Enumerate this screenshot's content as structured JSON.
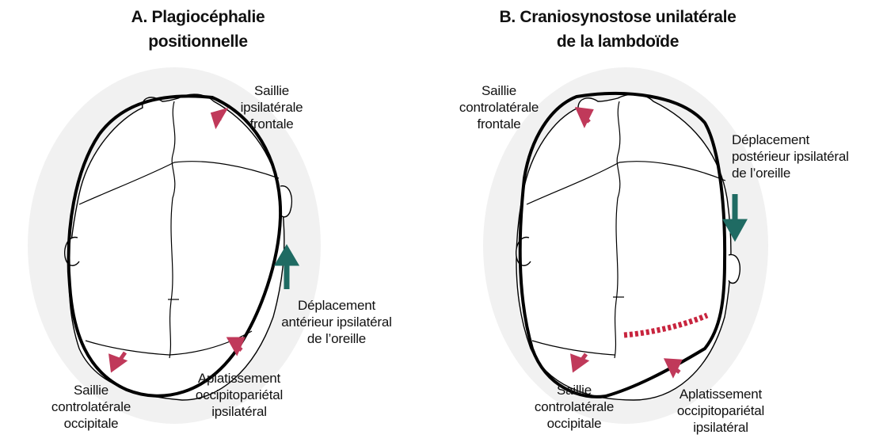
{
  "panel_a": {
    "title": [
      "A. Plagiocéphalie",
      "positionnelle"
    ],
    "labels": {
      "frontal": [
        "Saillie",
        "ipsilatérale",
        "frontale"
      ],
      "ear": [
        "Déplacement",
        "antérieur ipsilatéral",
        "de l’oreille"
      ],
      "flattening": [
        "Aplatissement",
        "occipitopariétal",
        "ipsilatéral"
      ],
      "occipital": [
        "Saillie",
        "controlatérale",
        "occipitale"
      ]
    }
  },
  "panel_b": {
    "title": [
      "B. Craniosynostose unilatérale",
      "de la lambdoïde"
    ],
    "labels": {
      "frontal": [
        "Saillie",
        "controlatérale",
        "frontale"
      ],
      "ear": [
        "Déplacement",
        "postérieur ipsilatéral",
        "de l’oreille"
      ],
      "flattening": [
        "Aplatissement",
        "occipitopariétal",
        "ipsilatéral"
      ],
      "occipital": [
        "Saillie",
        "controlatérale",
        "occipitale"
      ]
    }
  },
  "colors": {
    "arrow_magenta": "#c0395a",
    "arrow_teal": "#1f6b63",
    "fused_suture": "#c8243e",
    "outline": "#000000",
    "background_tint": "#f1f1f1"
  }
}
